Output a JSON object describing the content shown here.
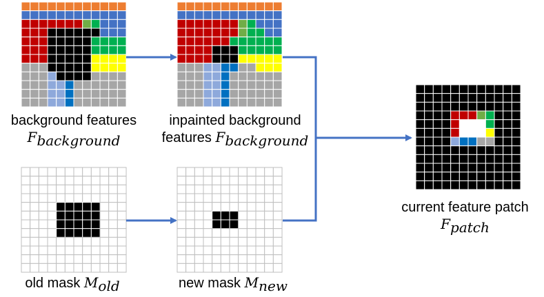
{
  "palette": {
    "O": "#ED7D31",
    "B": "#4472C4",
    "R": "#C00000",
    "G": "#00B050",
    "g": "#70AD47",
    "K": "#000000",
    "Y": "#FFFF00",
    "S": "#A6A6A6",
    "L": "#8EA9DB",
    "D": "#0070C0",
    "W": "#FFFFFF"
  },
  "colors": {
    "arrow": "#4472C4",
    "grid_line": "#BFBFBF",
    "tile_line": "#FFFFFF"
  },
  "grids": {
    "background": [
      "OOOOOOOOOOOO",
      "BBBBBBBBBBBB",
      "RRRRRRRgGBBB",
      "RRRKKKKKKBBB",
      "RRRKKKKKGGGG",
      "RRRKKKKKGGGG",
      "RRRKKKKKYYYY",
      "SSSKKKKKYYYY",
      "SSSLKKKKSSSS",
      "SSSLLDSSSSSS",
      "SSSLLDSSSSSS",
      "SSSLLDSSSSSS"
    ],
    "inpainted": [
      "OOOOOOOOOOOO",
      "BBBBBBBBBBBB",
      "RRRRRRRgGBBB",
      "RRRRRRRgGGBB",
      "RRRRRRGGGGGG",
      "RRRRKKKGGGGG",
      "RRRRKKKYYYYY",
      "SSSLLDDSSYYY",
      "SSSLLDSSSSSS",
      "SSSLLDSSSSSS",
      "SSSLLDSSSSSS",
      "SSSLLDSSSSSS"
    ],
    "patch": [
      "KKKKKKKKKKKK",
      "KKKKKKKKKKKK",
      "KKKKKKKKKKKK",
      "KKKKRRRgGKKK",
      "KKKKRWWWGKKK",
      "KKKKRWWWYKKK",
      "KKKKLDDSSKKK",
      "KKKKKKKKKKKK",
      "KKKKKKKKKKKK",
      "KKKKKKKKKKKK",
      "KKKKKKKKKKKK",
      "KKKKKKKKKKKK"
    ],
    "old_mask": [
      "WWWWWWWWWWWW",
      "WWWWWWWWWWWW",
      "WWWWWWWWWWWW",
      "WWWWWWWWWWWW",
      "WWWWKKKKKWWW",
      "WWWWKKKKKWWW",
      "WWWWKKKKKWWW",
      "WWWWKKKKKWWW",
      "WWWWWWWWWWWW",
      "WWWWWWWWWWWW",
      "WWWWWWWWWWWW",
      "WWWWWWWWWWWW"
    ],
    "new_mask": [
      "WWWWWWWWWWWW",
      "WWWWWWWWWWWW",
      "WWWWWWWWWWWW",
      "WWWWWWWWWWWW",
      "WWWWWWWWWWWW",
      "WWWWKKKWWWWW",
      "WWWWKKKWWWWW",
      "WWWWWWWWWWWW",
      "WWWWWWWWWWWW",
      "WWWWWWWWWWWW",
      "WWWWWWWWWWWW",
      "WWWWWWWWWWWW"
    ]
  },
  "labels": {
    "background": {
      "text": "background features",
      "math": "F",
      "sub": "background"
    },
    "inpainted": {
      "line1": "inpainted background",
      "line2": "features",
      "math": "F",
      "sub": "background"
    },
    "old_mask": {
      "text": "old mask",
      "math": "M",
      "sub": "old"
    },
    "new_mask": {
      "text": "new mask",
      "math": "M",
      "sub": "new"
    },
    "patch": {
      "text": "current feature patch",
      "math": "F",
      "sub": "patch"
    }
  }
}
